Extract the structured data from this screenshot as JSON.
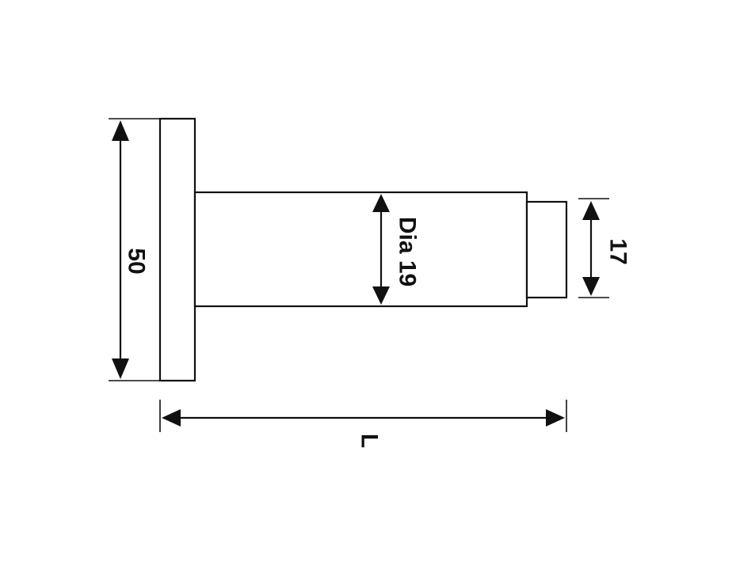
{
  "diagram": {
    "labels": {
      "height": "50",
      "diameter": "Dia 19",
      "tip": "17",
      "length": "L"
    }
  }
}
